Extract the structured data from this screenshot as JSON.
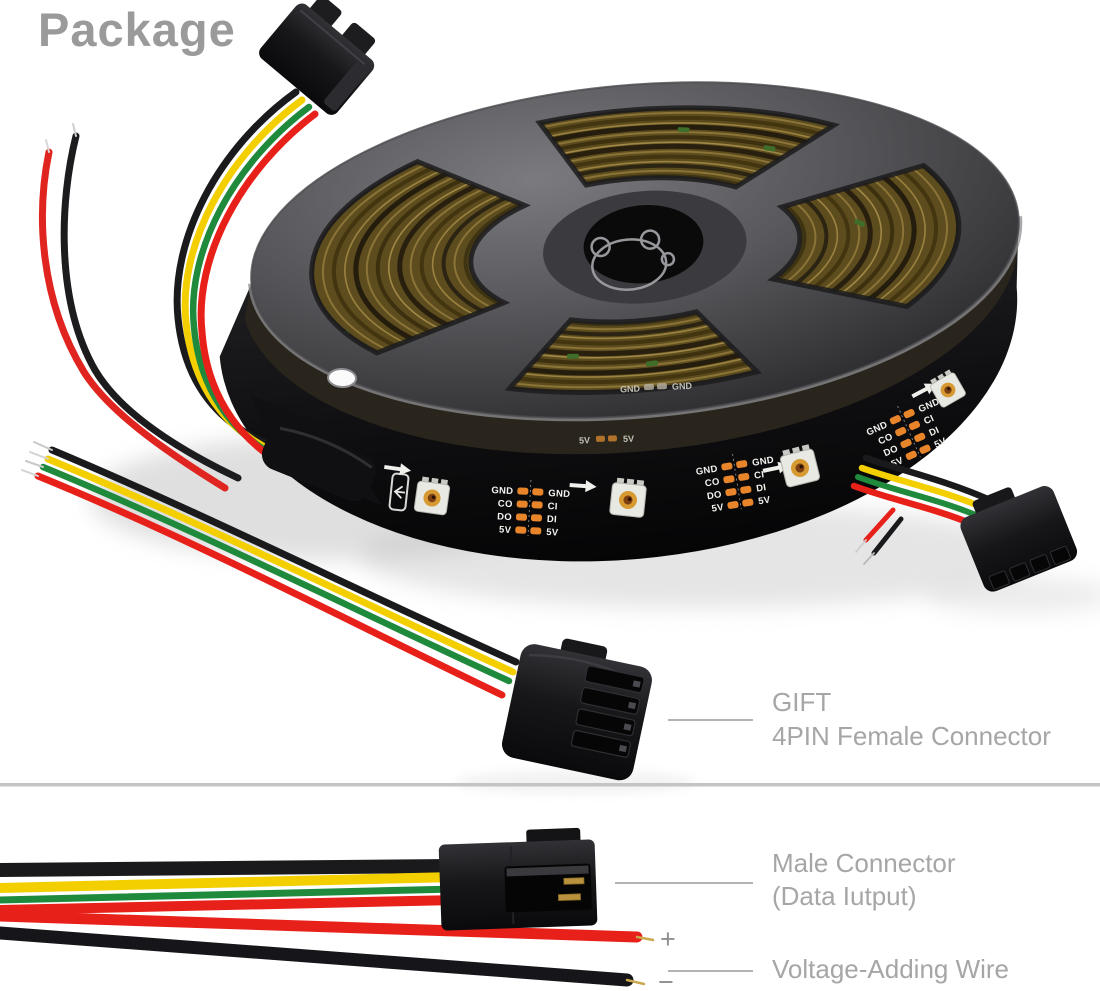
{
  "title": "Package",
  "strip": {
    "pads_left": [
      "GND",
      "CO",
      "DO",
      "5V"
    ],
    "pads_right": [
      "GND",
      "CI",
      "DI",
      "5V"
    ],
    "inner_top_left": "GND",
    "inner_top_right": "GND",
    "inner_mid_left": "5V",
    "inner_mid_right": "5V"
  },
  "annotations": {
    "gift": {
      "line1": "GIFT",
      "line2": "4PIN Female Connector"
    },
    "male": {
      "line1": "Male Connector",
      "line2": "(Data Iutput)"
    },
    "voltage": {
      "label": "Voltage-Adding Wire",
      "plus": "+",
      "minus": "−"
    }
  },
  "colors": {
    "wire_red": "#e8201a",
    "wire_yellow": "#f3cf00",
    "wire_green": "#1f8a3c",
    "wire_black": "#1a1a1c",
    "pad_orange": "#e8842a",
    "strip_black": "#121214",
    "reel_gray": "#5a5a5e",
    "label_gray": "#a6a6a6",
    "callout_line_gray": "#b3b3b3"
  }
}
